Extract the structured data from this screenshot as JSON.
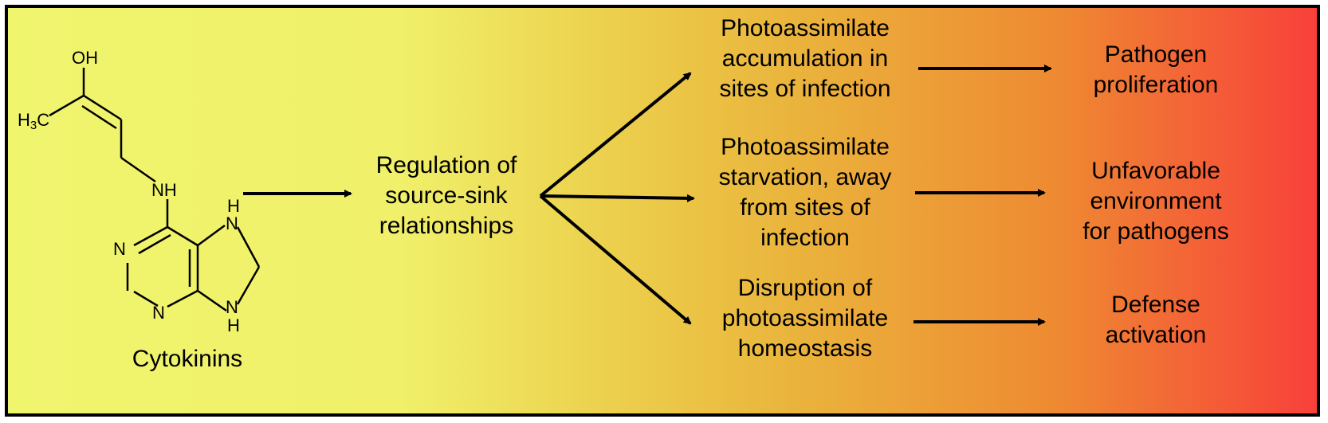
{
  "molecule": {
    "name": "Cytokinins",
    "atoms": {
      "oh": "OH",
      "methyl_c": "H",
      "methyl_sub": "3",
      "methyl_c2": "C",
      "nh": "NH",
      "n1": "N",
      "n2": "N",
      "nh_ring": "N",
      "h_top": "H",
      "n_ring2": "N",
      "h_bottom": "H"
    }
  },
  "nodes": {
    "regulation": [
      "Regulation of",
      "source-sink",
      "relationships"
    ],
    "accumulation": [
      "Photoassimilate",
      "accumulation in",
      "sites of infection"
    ],
    "starvation": [
      "Photoassimilate",
      "starvation, away",
      "from sites of",
      "infection"
    ],
    "disruption": [
      "Disruption of",
      "photoassimilate",
      "homeostasis"
    ],
    "proliferation": [
      "Pathogen",
      "proliferation"
    ],
    "unfavorable": [
      "Unfavorable",
      "environment",
      "for pathogens"
    ],
    "defense": [
      "Defense",
      "activation"
    ]
  }
}
